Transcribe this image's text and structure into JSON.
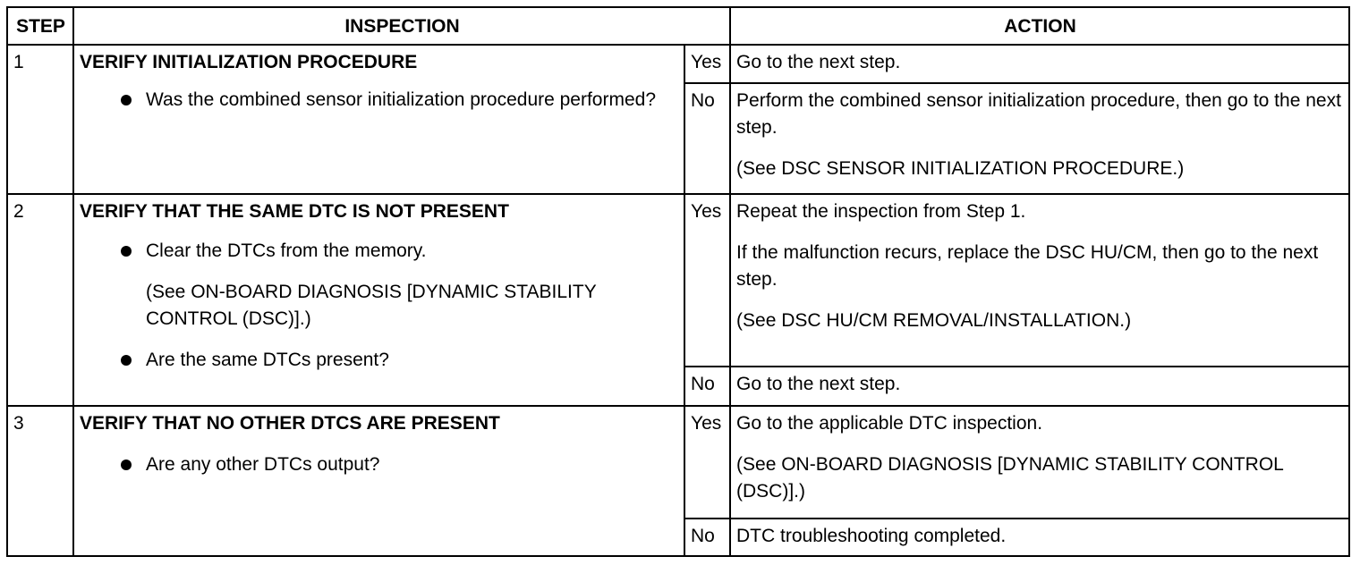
{
  "header": {
    "step": "STEP",
    "inspection": "INSPECTION",
    "action": "ACTION"
  },
  "steps": [
    {
      "num": "1",
      "title": "VERIFY INITIALIZATION PROCEDURE",
      "bullet1": "Was the combined sensor initialization procedure performed?",
      "yes": {
        "label": "Yes",
        "action1": "Go to the next step."
      },
      "no": {
        "label": "No",
        "action1": "Perform the combined sensor initialization procedure, then go to the next step.",
        "action2": "(See DSC SENSOR INITIALIZATION PROCEDURE.)"
      }
    },
    {
      "num": "2",
      "title": "VERIFY THAT THE SAME DTC IS NOT PRESENT",
      "bullet1": "Clear the DTCs from the memory.",
      "note1": "(See ON-BOARD DIAGNOSIS [DYNAMIC STABILITY CONTROL (DSC)].)",
      "bullet2": "Are the same DTCs present?",
      "yes": {
        "label": "Yes",
        "action1": "Repeat the inspection from Step 1.",
        "action2": "If the malfunction recurs, replace the DSC HU/CM, then go to the next step.",
        "action3": "(See DSC HU/CM REMOVAL/INSTALLATION.)"
      },
      "no": {
        "label": "No",
        "action1": "Go to the next step."
      }
    },
    {
      "num": "3",
      "title": "VERIFY THAT NO OTHER DTCS ARE PRESENT",
      "bullet1": "Are any other DTCs output?",
      "yes": {
        "label": "Yes",
        "action1": "Go to the applicable DTC inspection.",
        "action2": "(See ON-BOARD DIAGNOSIS [DYNAMIC STABILITY CONTROL (DSC)].)"
      },
      "no": {
        "label": "No",
        "action1": "DTC troubleshooting completed."
      }
    }
  ]
}
